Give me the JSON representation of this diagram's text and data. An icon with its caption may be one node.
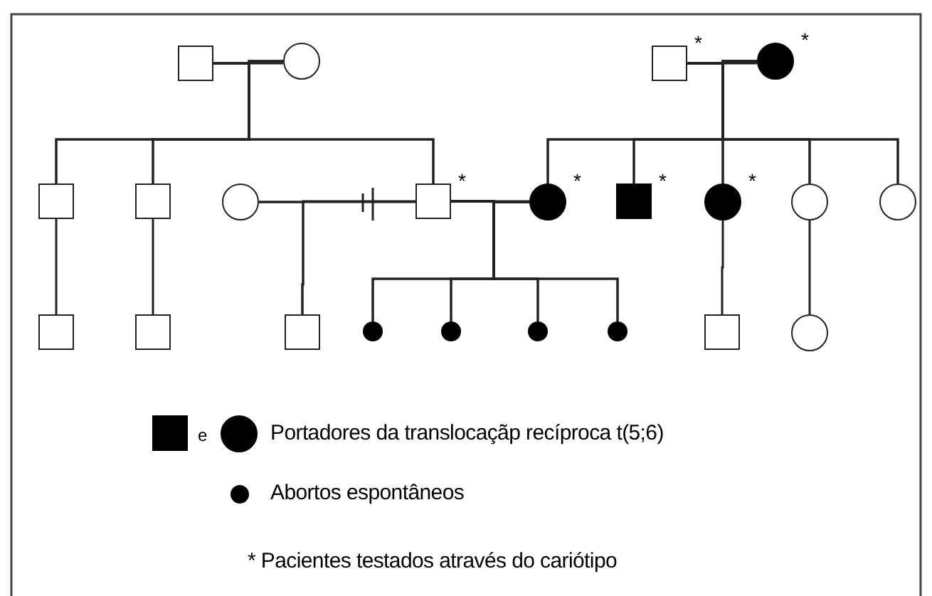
{
  "diagram": {
    "nodes": [
      {
        "text": [],
        "shape": "box"
      },
      {
        "text": [],
        "shape": "circle"
      },
      {
        "text": [],
        "shape": "box",
        "beside": [
          "*"
        ]
      },
      {
        "text": [],
        "shape": "circle",
        "beside": [
          "*"
        ]
      },
      {
        "text": [],
        "shape": "box"
      },
      {
        "text": [],
        "shape": "box"
      },
      {
        "text": [],
        "shape": "circle"
      },
      {
        "text": [],
        "shape": "box",
        "beside": [
          "*"
        ]
      },
      {
        "text": [],
        "shape": "circle",
        "beside": [
          "*"
        ]
      },
      {
        "text": [],
        "shape": "box",
        "beside": [
          "*"
        ]
      },
      {
        "text": [],
        "shape": "circle",
        "beside": [
          "*"
        ]
      },
      {
        "text": [],
        "shape": "circle"
      },
      {
        "text": [],
        "shape": "circle"
      },
      {
        "text": [],
        "shape": "box"
      },
      {
        "text": [],
        "shape": "box"
      },
      {
        "text": [],
        "shape": "box"
      },
      {
        "text": [],
        "shape": "circle"
      },
      {
        "text": [],
        "shape": "circle"
      },
      {
        "text": [],
        "shape": "circle"
      },
      {
        "text": [],
        "shape": "circle"
      },
      {
        "text": [],
        "shape": "box"
      },
      {
        "text": [],
        "shape": "circle"
      }
    ],
    "edges": [
      {
        "from": 0,
        "to": 1,
        "arrow": "none"
      },
      {
        "from": 2,
        "to": 3,
        "arrow": "none"
      },
      {
        "from": 0,
        "to": 4,
        "arrow": "none"
      },
      {
        "from": 1,
        "to": 4,
        "arrow": "none"
      },
      {
        "from": 0,
        "to": 5,
        "arrow": "none"
      },
      {
        "from": 1,
        "to": 5,
        "arrow": "none"
      },
      {
        "from": 0,
        "to": 7,
        "arrow": "none"
      },
      {
        "from": 1,
        "to": 7,
        "arrow": "none"
      },
      {
        "from": 2,
        "to": 8,
        "arrow": "none"
      },
      {
        "from": 3,
        "to": 8,
        "arrow": "none"
      },
      {
        "from": 2,
        "to": 9,
        "arrow": "none"
      },
      {
        "from": 3,
        "to": 9,
        "arrow": "none"
      },
      {
        "from": 2,
        "to": 10,
        "arrow": "none"
      },
      {
        "from": 3,
        "to": 10,
        "arrow": "none"
      },
      {
        "from": 2,
        "to": 11,
        "arrow": "none"
      },
      {
        "from": 3,
        "to": 11,
        "arrow": "none"
      },
      {
        "from": 2,
        "to": 12,
        "arrow": "none"
      },
      {
        "from": 3,
        "to": 12,
        "arrow": "none"
      },
      {
        "from": 6,
        "to": 7,
        "arrow": "none"
      },
      {
        "from": 7,
        "to": 8,
        "arrow": "none"
      },
      {
        "from": 4,
        "to": 13,
        "arrow": "none"
      },
      {
        "from": 5,
        "to": 14,
        "arrow": "none"
      },
      {
        "from": 6,
        "to": 15,
        "arrow": "none"
      },
      {
        "from": 7,
        "to": 15,
        "arrow": "none"
      },
      {
        "from": 7,
        "to": 16,
        "arrow": "none"
      },
      {
        "from": 8,
        "to": 16,
        "arrow": "none"
      },
      {
        "from": 7,
        "to": 17,
        "arrow": "none"
      },
      {
        "from": 8,
        "to": 17,
        "arrow": "none"
      },
      {
        "from": 7,
        "to": 18,
        "arrow": "none"
      },
      {
        "from": 8,
        "to": 18,
        "arrow": "none"
      },
      {
        "from": 7,
        "to": 19,
        "arrow": "none"
      },
      {
        "from": 8,
        "to": 19,
        "arrow": "none"
      },
      {
        "from": 10,
        "to": 20,
        "arrow": "none"
      },
      {
        "from": 11,
        "to": 21,
        "arrow": "none"
      }
    ],
    "labels": [
      "e"
    ],
    "legend": [
      {
        "text": "Portadores da translocaçãp recíproca t(5;6)"
      },
      {
        "text": "Abortos espontâneos"
      },
      {
        "text": "* Pacientes testados através do cariótipo"
      }
    ]
  }
}
